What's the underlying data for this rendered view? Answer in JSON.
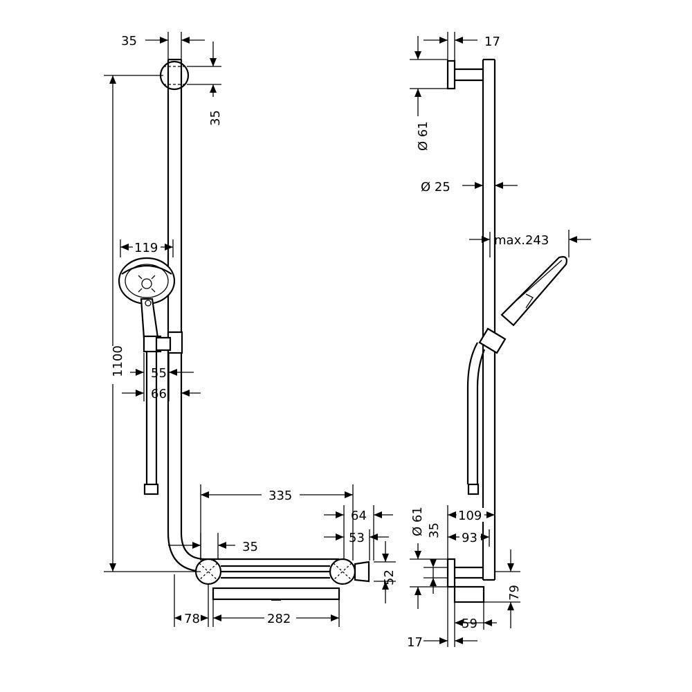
{
  "diagram": {
    "front_view": {
      "dim_top_width": "35",
      "dim_top_height": "35",
      "dim_total_height": "1100",
      "dim_head_width": "119",
      "dim_holder_55": "55",
      "dim_holder_66": "66",
      "dim_shelf_length": "335",
      "dim_shelf_right_64": "64",
      "dim_shelf_right_53": "53",
      "dim_shelf_height_52": "52",
      "dim_corner_35": "35",
      "dim_bottom_78": "78",
      "dim_tray_282": "282"
    },
    "side_view": {
      "dim_top_17": "17",
      "dim_diameter_61_top": "Ø 61",
      "dim_diameter_25": "Ø 25",
      "dim_max_243": "max.243",
      "dim_diameter_61_bottom": "Ø 61",
      "dim_bottom_35": "35",
      "dim_109": "109",
      "dim_93": "93",
      "dim_79": "79",
      "dim_59": "59",
      "dim_bottom_17": "17"
    }
  }
}
